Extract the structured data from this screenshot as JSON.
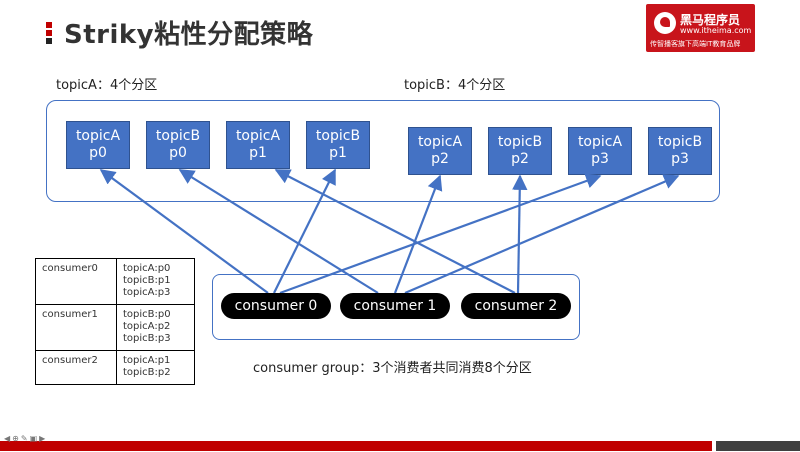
{
  "title": "Striky粘性分配策略",
  "logo": {
    "name": "黑马程序员",
    "url": "www.itheima.com",
    "slogan": "传智播客旗下高端IT教育品牌"
  },
  "topicA_label": "topicA：4个分区",
  "topicB_label": "topicB：4个分区",
  "partitions": [
    {
      "topic": "topicA",
      "part": "p0"
    },
    {
      "topic": "topicB",
      "part": "p0"
    },
    {
      "topic": "topicA",
      "part": "p1"
    },
    {
      "topic": "topicB",
      "part": "p1"
    },
    {
      "topic": "topicA",
      "part": "p2"
    },
    {
      "topic": "topicB",
      "part": "p2"
    },
    {
      "topic": "topicA",
      "part": "p3"
    },
    {
      "topic": "topicB",
      "part": "p3"
    }
  ],
  "consumers": [
    "consumer 0",
    "consumer 1",
    "consumer 2"
  ],
  "group_label": "consumer group：3个消费者共同消费8个分区",
  "assignments": [
    {
      "consumer": "consumer0",
      "partitions": [
        "topicA:p0",
        "topicB:p1",
        "topicA:p3"
      ]
    },
    {
      "consumer": "consumer1",
      "partitions": [
        "topicB:p0",
        "topicA:p2",
        "topicB:p3"
      ]
    },
    {
      "consumer": "consumer2",
      "partitions": [
        "topicA:p1",
        "topicB:p2"
      ]
    }
  ],
  "colors": {
    "partition": "#4472c4",
    "arrow": "#4472c4",
    "pill": "#000000",
    "brand": "#c00000"
  },
  "nav_icons": [
    "prev-icon",
    "zoom-icon",
    "pen-icon",
    "menu-icon",
    "next-icon"
  ]
}
